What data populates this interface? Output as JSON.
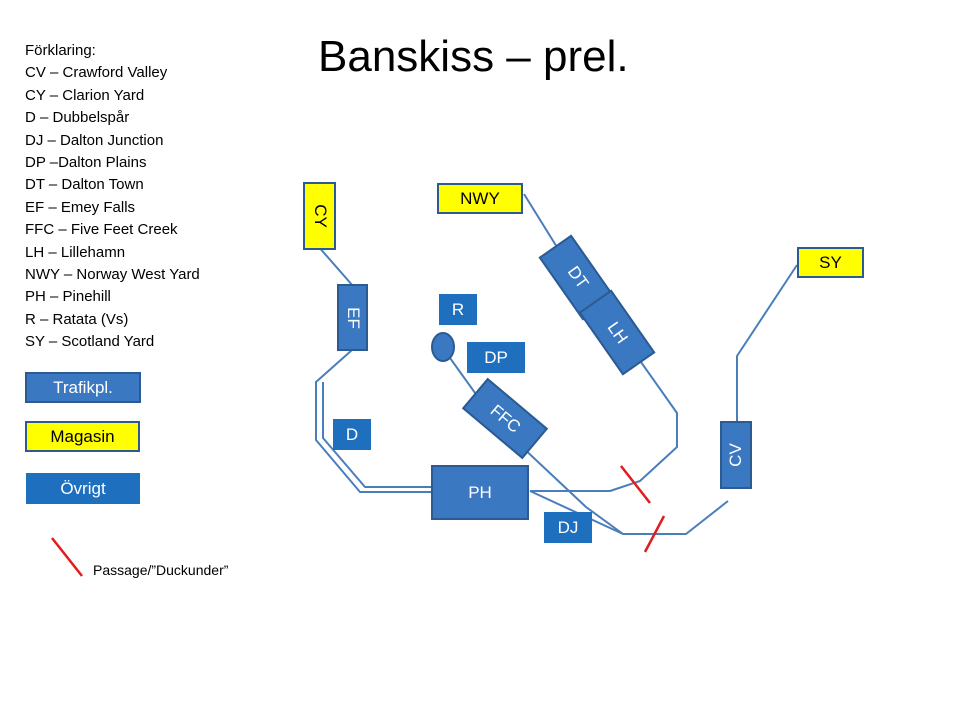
{
  "title": "Banskiss – prel.",
  "legend": {
    "heading": "Förklaring:",
    "items": [
      "CV – Crawford Valley",
      "CY – Clarion Yard",
      "D – Dubbelspår",
      "DJ – Dalton Junction",
      "DP –Dalton Plains",
      "DT – Dalton Town",
      "EF – Emey Falls",
      "FFC – Five Feet Creek",
      "LH – Lillehamn",
      "NWY – Norway West Yard",
      "PH – Pinehill",
      "R – Ratata (Vs)",
      "SY – Scotland Yard"
    ]
  },
  "key": {
    "station": "Trafikpl.",
    "yard": "Magasin",
    "other": "Övrigt",
    "passage": "Passage/”Duckunder”"
  },
  "boxes": {
    "cy": "CY",
    "nwy": "NWY",
    "sy": "SY",
    "ef": "EF",
    "r": "R",
    "dp": "DP",
    "dt": "DT",
    "lh": "LH",
    "ffc": "FFC",
    "d": "D",
    "ph": "PH",
    "dj": "DJ",
    "cv": "CV"
  },
  "colors": {
    "station_fill": "#3a78c2",
    "station_border": "#2c5b92",
    "yard_fill": "#ffff00",
    "other_fill": "#1f6fbf",
    "track": "#4a7ebb",
    "passage": "#e31b1b"
  }
}
